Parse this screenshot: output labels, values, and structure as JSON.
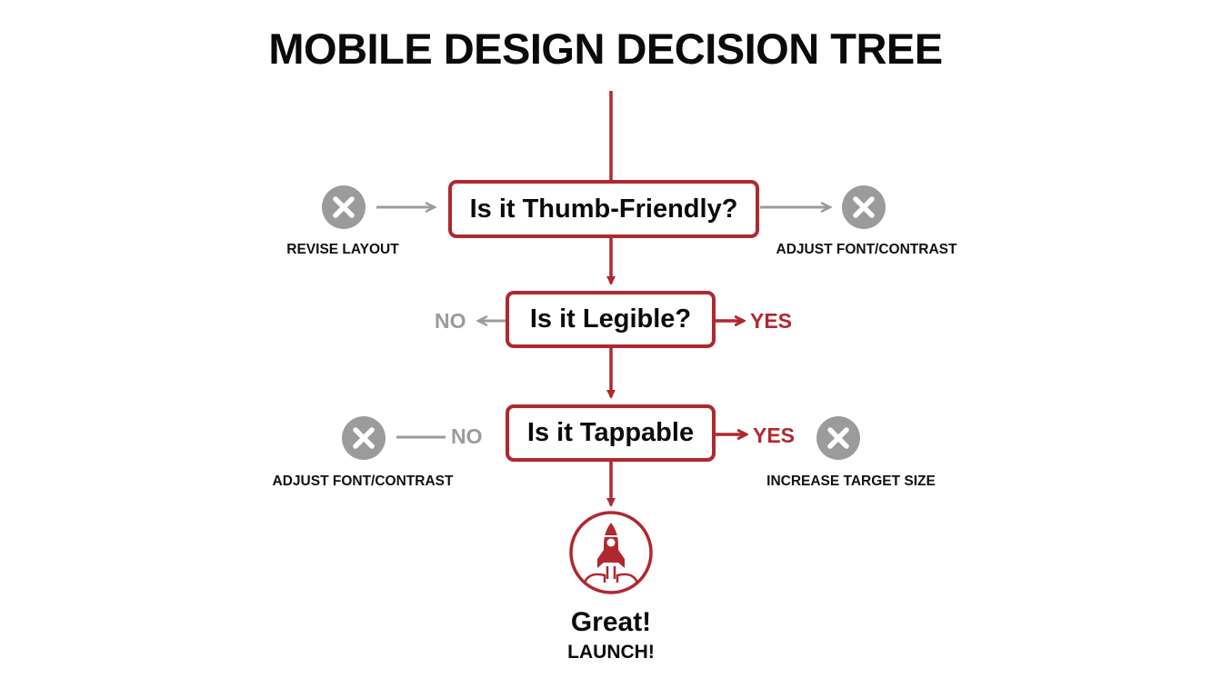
{
  "title": "MOBILE DESIGN DECISION TREE",
  "colors": {
    "accent": "#b0282f",
    "neutral": "#9b9b9b",
    "text": "#0a0a0a"
  },
  "nodes": [
    {
      "question": "Is it Thumb-Friendly?",
      "left": {
        "icon": "x-circle-icon",
        "caption": "REVISE LAYOUT"
      },
      "right": {
        "icon": "x-circle-icon",
        "caption": "ADJUST FONT/CONTRAST"
      }
    },
    {
      "question": "Is it Legible?",
      "left_label": "NO",
      "right_label": "YES"
    },
    {
      "question": "Is it Tappable",
      "left_label": "NO",
      "right_label": "YES",
      "left": {
        "icon": "x-circle-icon",
        "caption": "ADJUST FONT/CONTRAST"
      },
      "right": {
        "icon": "x-circle-icon",
        "caption": "INCREASE TARGET SIZE"
      }
    }
  ],
  "outcome": {
    "icon": "rocket-icon",
    "title": "Great!",
    "subtitle": "LAUNCH!"
  }
}
